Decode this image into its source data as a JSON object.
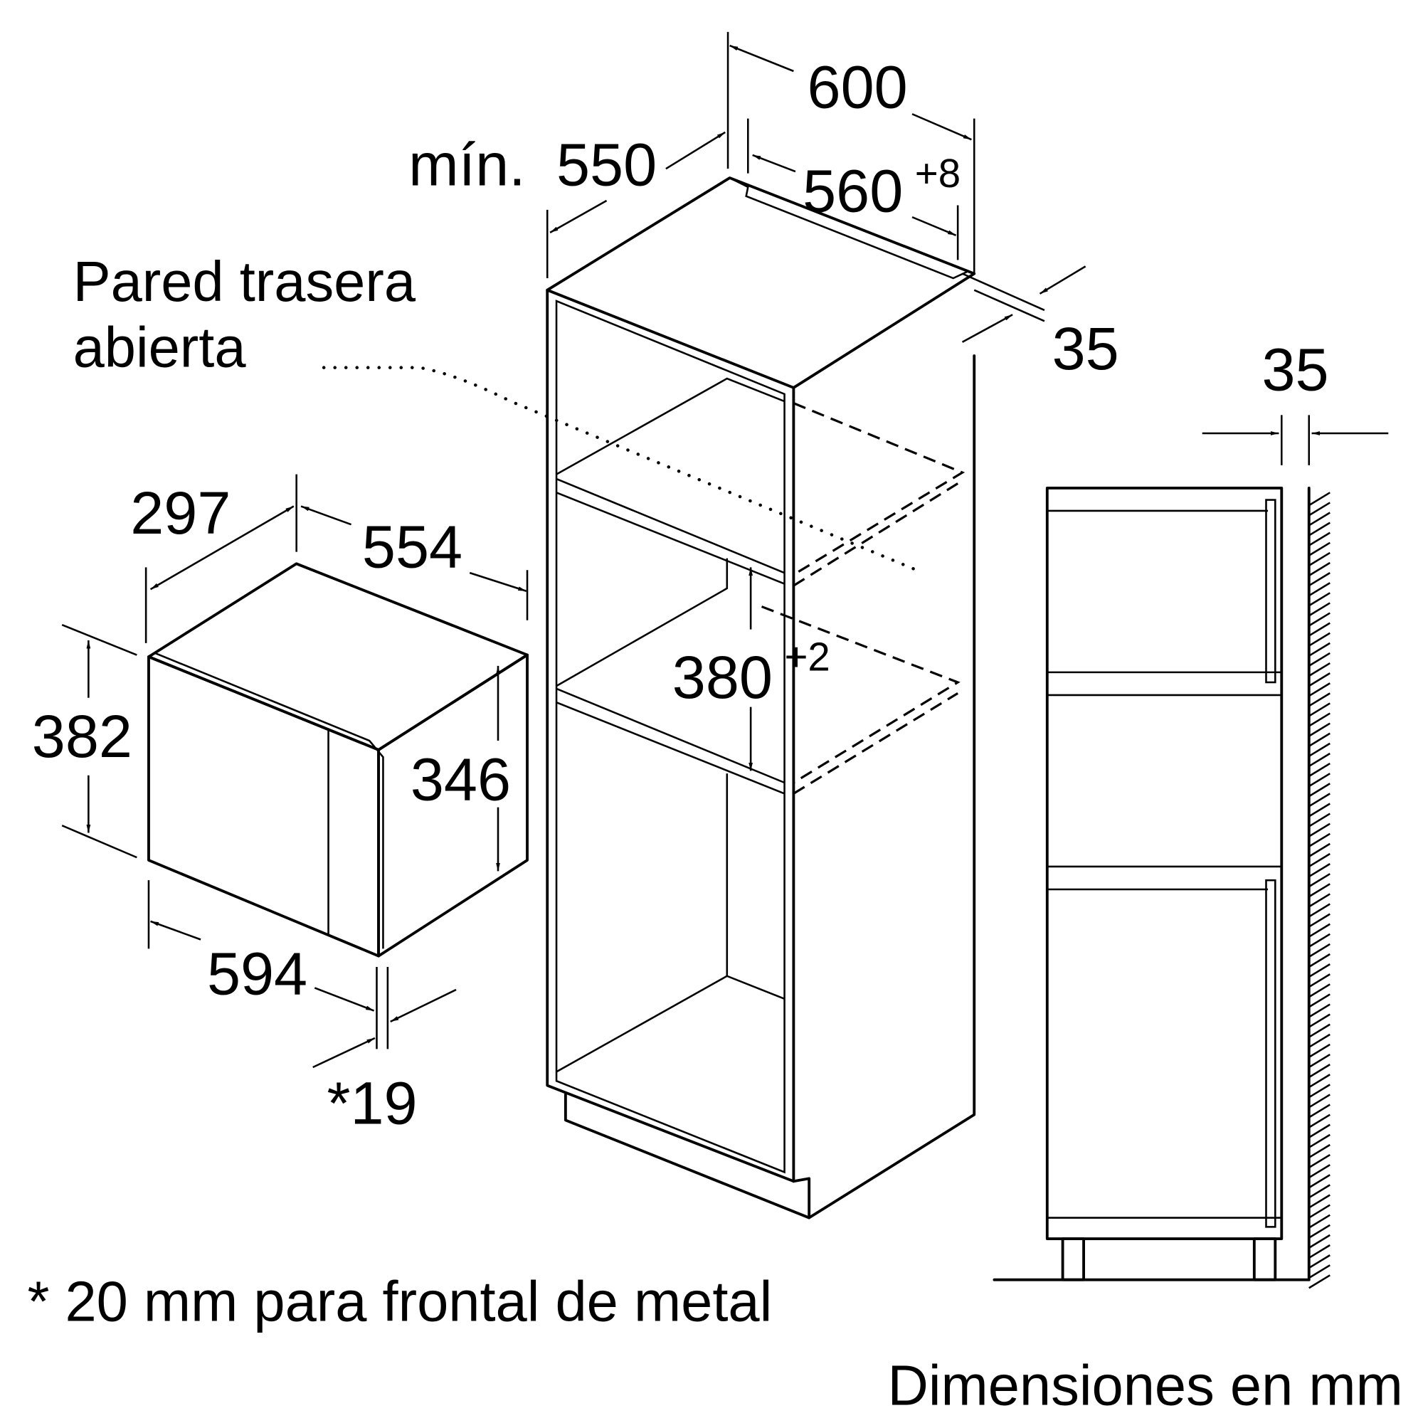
{
  "labels": {
    "rear_wall_line1": "Pared trasera",
    "rear_wall_line2": "abierta",
    "footnote": "* 20 mm para frontal de metal",
    "units": "Dimensiones en mm"
  },
  "appliance": {
    "depth": "297",
    "width_top": "554",
    "height_front": "382",
    "height_side": "346",
    "width_front": "594",
    "front_thickness": "*19"
  },
  "cabinet": {
    "width": "600",
    "min_depth_prefix": "mín.",
    "min_depth": "550",
    "niche_width": "560",
    "niche_width_tol": "+8",
    "niche_height": "380",
    "niche_height_tol": "+2",
    "rear_gap": "35"
  },
  "side_view": {
    "wall_gap": "35"
  },
  "colors": {
    "line": "#000000",
    "background": "#ffffff"
  }
}
